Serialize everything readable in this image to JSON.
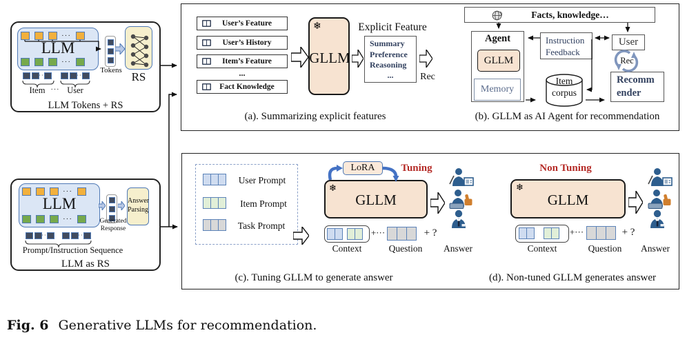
{
  "misc": {
    "dots": "···",
    "dots_small": "··"
  },
  "left_top": {
    "llm": "LLM",
    "tokens": "Tokens",
    "rs": "RS",
    "item": "Item",
    "user": "User",
    "title": "LLM Tokens + RS"
  },
  "left_bottom": {
    "llm": "LLM",
    "generated": "Generated",
    "response": "Response",
    "answer": "Answer",
    "parsing": "Parsing",
    "sequence": "Prompt/Instruction Sequence",
    "title": "LLM as RS"
  },
  "panel_a": {
    "inputs": [
      "User’s Feature",
      "User’s History",
      "Item’s Feature",
      "Fact Knowledge"
    ],
    "ellipsis": "...",
    "snowflake": "❄",
    "gllm": "GLLM",
    "explicit": "Explicit Feature",
    "summary": [
      "Summary",
      "Preference",
      "Reasoning",
      "..."
    ],
    "rec": "Rec",
    "caption": "(a). Summarizing explicit features"
  },
  "panel_b": {
    "facts": "Facts, knowledge…",
    "agent": "Agent",
    "gllm": "GLLM",
    "memory": "Memory",
    "instruction": "Instruction",
    "feedback": "Feedback",
    "user": "User",
    "rec": "Rec",
    "recommender1": "Recomm",
    "recommender2": "ender",
    "corpus1": "Item",
    "corpus2": "corpus",
    "caption": "(b). GLLM as AI Agent for recommendation"
  },
  "panel_c": {
    "prompts": [
      "User Prompt",
      "Item Prompt",
      "Task Prompt"
    ],
    "lora": "LoRA",
    "tuning": "Tuning",
    "snowflake": "❄",
    "gllm": "GLLM",
    "plus_dots": "+···",
    "plus_q": "+ ?",
    "context": "Context",
    "question": "Question",
    "answer": "Answer",
    "caption": "(c). Tuning GLLM to generate answer"
  },
  "panel_d": {
    "non_tuning": "Non Tuning",
    "snowflake": "❄",
    "gllm": "GLLM",
    "plus_dots": "+···",
    "plus_q": "+ ?",
    "context": "Context",
    "question": "Question",
    "answer": "Answer",
    "caption": "(d). Non-tuned GLLM generates answer"
  },
  "figure": {
    "label": "Fig. 6",
    "caption": "Generative LLMs for recommendation."
  },
  "colors": {
    "peach": "#f7e3d1",
    "llm_fill": "#dbe6f5",
    "blue_border": "#4f79b5",
    "orange_token": "#f2b03d",
    "green_token": "#76a94c",
    "dark_token": "#414b5e",
    "yellow_box": "#f6efcd",
    "navy_text": "#32415f",
    "red_text": "#b52b27",
    "lora_arrow": "#4472c4",
    "cycle_arrow": "#8096bd",
    "user_prompt": "#cfdcf0",
    "item_prompt": "#e1efd8",
    "task_prompt": "#d8d8d8",
    "person_blue": "#2e5e8e",
    "thumb_orange": "#d07f2e"
  }
}
